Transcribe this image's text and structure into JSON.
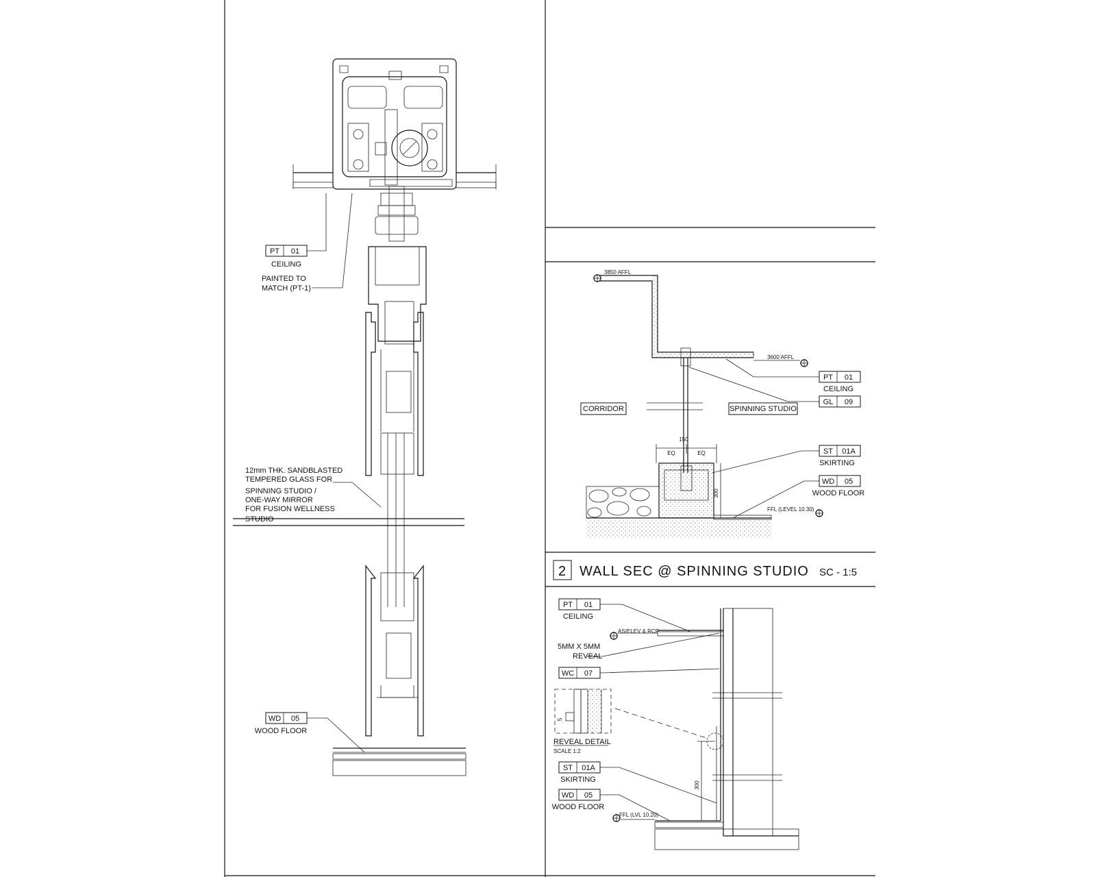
{
  "detail_1": {
    "ceiling_tag": {
      "code": "PT",
      "num": "01",
      "name": "CEILING"
    },
    "painted_note": [
      "PAINTED TO",
      "MATCH (PT-1)"
    ],
    "glass_note": [
      "12mm THK. SANDBLASTED",
      "TEMPERED GLASS FOR",
      "SPINNING STUDIO /",
      "ONE-WAY MIRROR",
      "FOR FUSION WELLNESS",
      "STUDIO"
    ],
    "floor_tag": {
      "code": "WD",
      "num": "05",
      "name": "WOOD FLOOR"
    }
  },
  "detail_2": {
    "level_top": "3850 AFFL",
    "level_ceiling": "3600 AFFL",
    "ceiling_tag": {
      "code": "PT",
      "num": "01",
      "name": "CEILING"
    },
    "glass_tag": {
      "code": "GL",
      "num": "09"
    },
    "room_left": "CORRIDOR",
    "room_right": "SPINNING STUDIO",
    "dim_width": "150",
    "dim_eq_left": "EQ",
    "dim_eq_right": "EQ",
    "dim_height": "300",
    "skirting_tag": {
      "code": "ST",
      "num": "01A",
      "name": "SKIRTING"
    },
    "floor_tag": {
      "code": "WD",
      "num": "05",
      "name": "WOOD FLOOR"
    },
    "ffl_level": "FFL (LEVEL 10.30)",
    "title_num": "2",
    "title": "WALL SEC @ SPINNING STUDIO",
    "scale": "SC - 1:5"
  },
  "detail_3": {
    "ceiling_tag": {
      "code": "PT",
      "num": "01",
      "name": "CEILING"
    },
    "ceiling_level": "AS/ELEV & RCP",
    "reveal_note": [
      "5MM X 5MM",
      "REVEAL"
    ],
    "wallcover_tag": {
      "code": "WC",
      "num": "07"
    },
    "reveal_detail": "REVEAL DETAIL",
    "reveal_scale": "SCALE 1:2",
    "reveal_dim": "5",
    "dim_height": "300",
    "skirting_tag": {
      "code": "ST",
      "num": "01A",
      "name": "SKIRTING"
    },
    "floor_tag": {
      "code": "WD",
      "num": "05",
      "name": "WOOD FLOOR"
    },
    "ffl_level": "FFL (LVL 10.20)"
  }
}
